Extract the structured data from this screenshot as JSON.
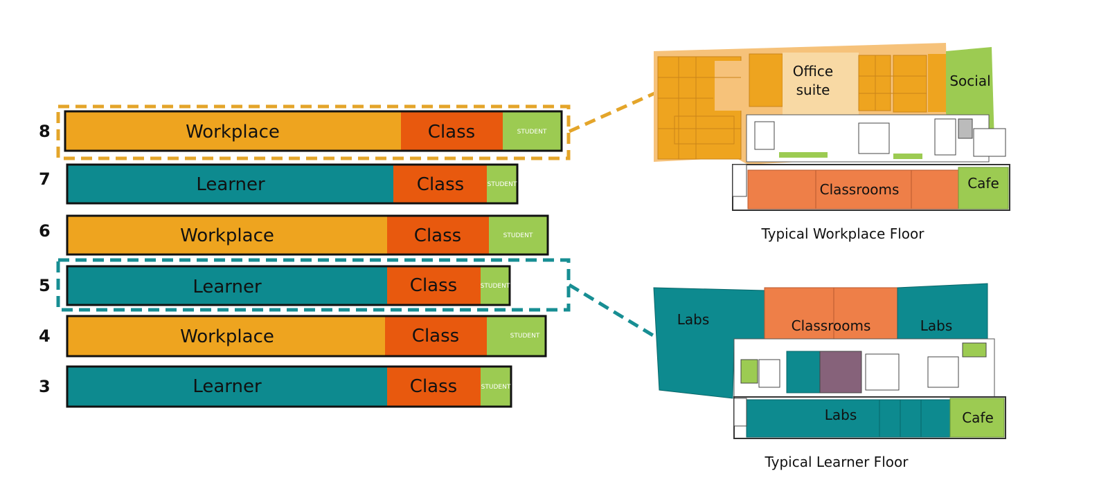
{
  "colors": {
    "workplace": "#eea41f",
    "learner": "#0d8a8f",
    "class": "#e8590e",
    "student": "#9ccb52",
    "workplace_dash": "#e4a52a",
    "learner_dash": "#178e93"
  },
  "floors": [
    {
      "number": "8",
      "type": "workplace",
      "segments": [
        {
          "kind": "workplace",
          "label": "Workplace"
        },
        {
          "kind": "class",
          "label": "Class"
        },
        {
          "kind": "student",
          "label": "STUDENT"
        }
      ]
    },
    {
      "number": "7",
      "type": "learner",
      "segments": [
        {
          "kind": "learner",
          "label": "Learner"
        },
        {
          "kind": "class",
          "label": "Class"
        },
        {
          "kind": "student",
          "label": "STUDENT"
        }
      ]
    },
    {
      "number": "6",
      "type": "workplace",
      "segments": [
        {
          "kind": "workplace",
          "label": "Workplace"
        },
        {
          "kind": "class",
          "label": "Class"
        },
        {
          "kind": "student",
          "label": "STUDENT"
        }
      ]
    },
    {
      "number": "5",
      "type": "learner",
      "segments": [
        {
          "kind": "learner",
          "label": "Learner"
        },
        {
          "kind": "class",
          "label": "Class"
        },
        {
          "kind": "student",
          "label": "STUDENT"
        }
      ]
    },
    {
      "number": "4",
      "type": "workplace",
      "segments": [
        {
          "kind": "workplace",
          "label": "Workplace"
        },
        {
          "kind": "class",
          "label": "Class"
        },
        {
          "kind": "student",
          "label": "STUDENT"
        }
      ]
    },
    {
      "number": "3",
      "type": "learner",
      "segments": [
        {
          "kind": "learner",
          "label": "Learner"
        },
        {
          "kind": "class",
          "label": "Class"
        },
        {
          "kind": "student",
          "label": "STUDENT"
        }
      ]
    }
  ],
  "workplace_plan": {
    "caption": "Typical Workplace Floor",
    "labels": {
      "office_suite_line1": "Office",
      "office_suite_line2": "suite",
      "social": "Social",
      "classrooms": "Classrooms",
      "cafe": "Cafe"
    }
  },
  "learner_plan": {
    "caption": "Typical Learner Floor",
    "labels": {
      "labs_left": "Labs",
      "classrooms": "Classrooms",
      "labs_right": "Labs",
      "labs_bottom": "Labs",
      "cafe": "Cafe"
    }
  }
}
